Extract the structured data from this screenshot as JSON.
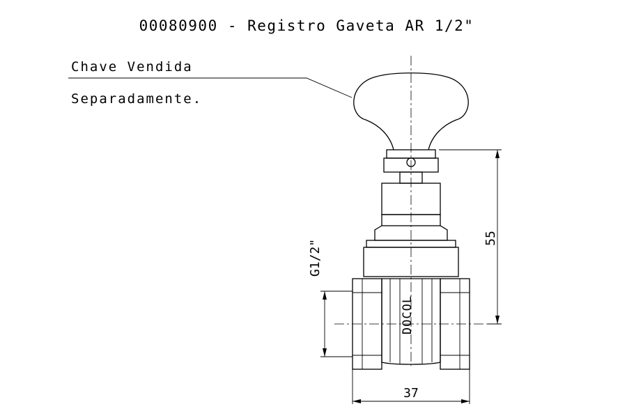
{
  "drawing": {
    "title": "00080900 - Registro Gaveta AR 1/2\"",
    "note_line1": "Chave Vendida",
    "note_line2": "Separadamente.",
    "brand": "DOCOL",
    "dim_height": "55",
    "dim_width": "37",
    "dim_thread": "G1/2\""
  }
}
